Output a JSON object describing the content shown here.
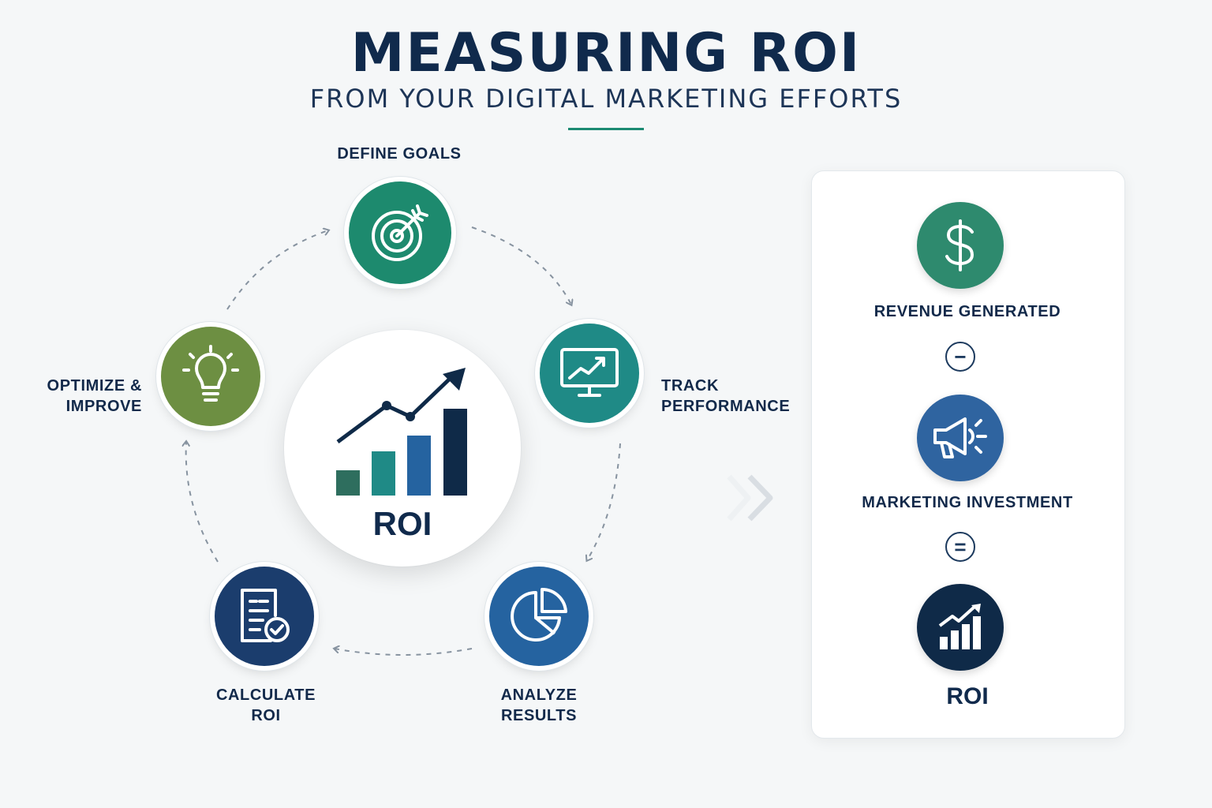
{
  "header": {
    "title": "MEASURING ROI",
    "subtitle": "FROM YOUR DIGITAL MARKETING EFFORTS"
  },
  "colors": {
    "accent": "#1b8a72",
    "green": "#1d8a6e",
    "teal": "#1f8a86",
    "blue": "#2563a0",
    "navy": "#1b3d6d",
    "olive": "#6d8f42",
    "dark": "#0f2a48"
  },
  "cycle": {
    "center_label": "ROI",
    "steps": [
      {
        "label": "DEFINE GOALS",
        "icon": "target-icon"
      },
      {
        "label": "TRACK\nPERFORMANCE",
        "icon": "monitor-chart-icon"
      },
      {
        "label": "ANALYZE\nRESULTS",
        "icon": "pie-chart-icon"
      },
      {
        "label": "CALCULATE\nROI",
        "icon": "document-check-icon"
      },
      {
        "label": "OPTIMIZE &\nIMPROVE",
        "icon": "lightbulb-icon"
      }
    ]
  },
  "formula": {
    "revenue_label": "REVENUE GENERATED",
    "minus": "−",
    "investment_label": "MARKETING INVESTMENT",
    "equals": "=",
    "result_label": "ROI"
  }
}
